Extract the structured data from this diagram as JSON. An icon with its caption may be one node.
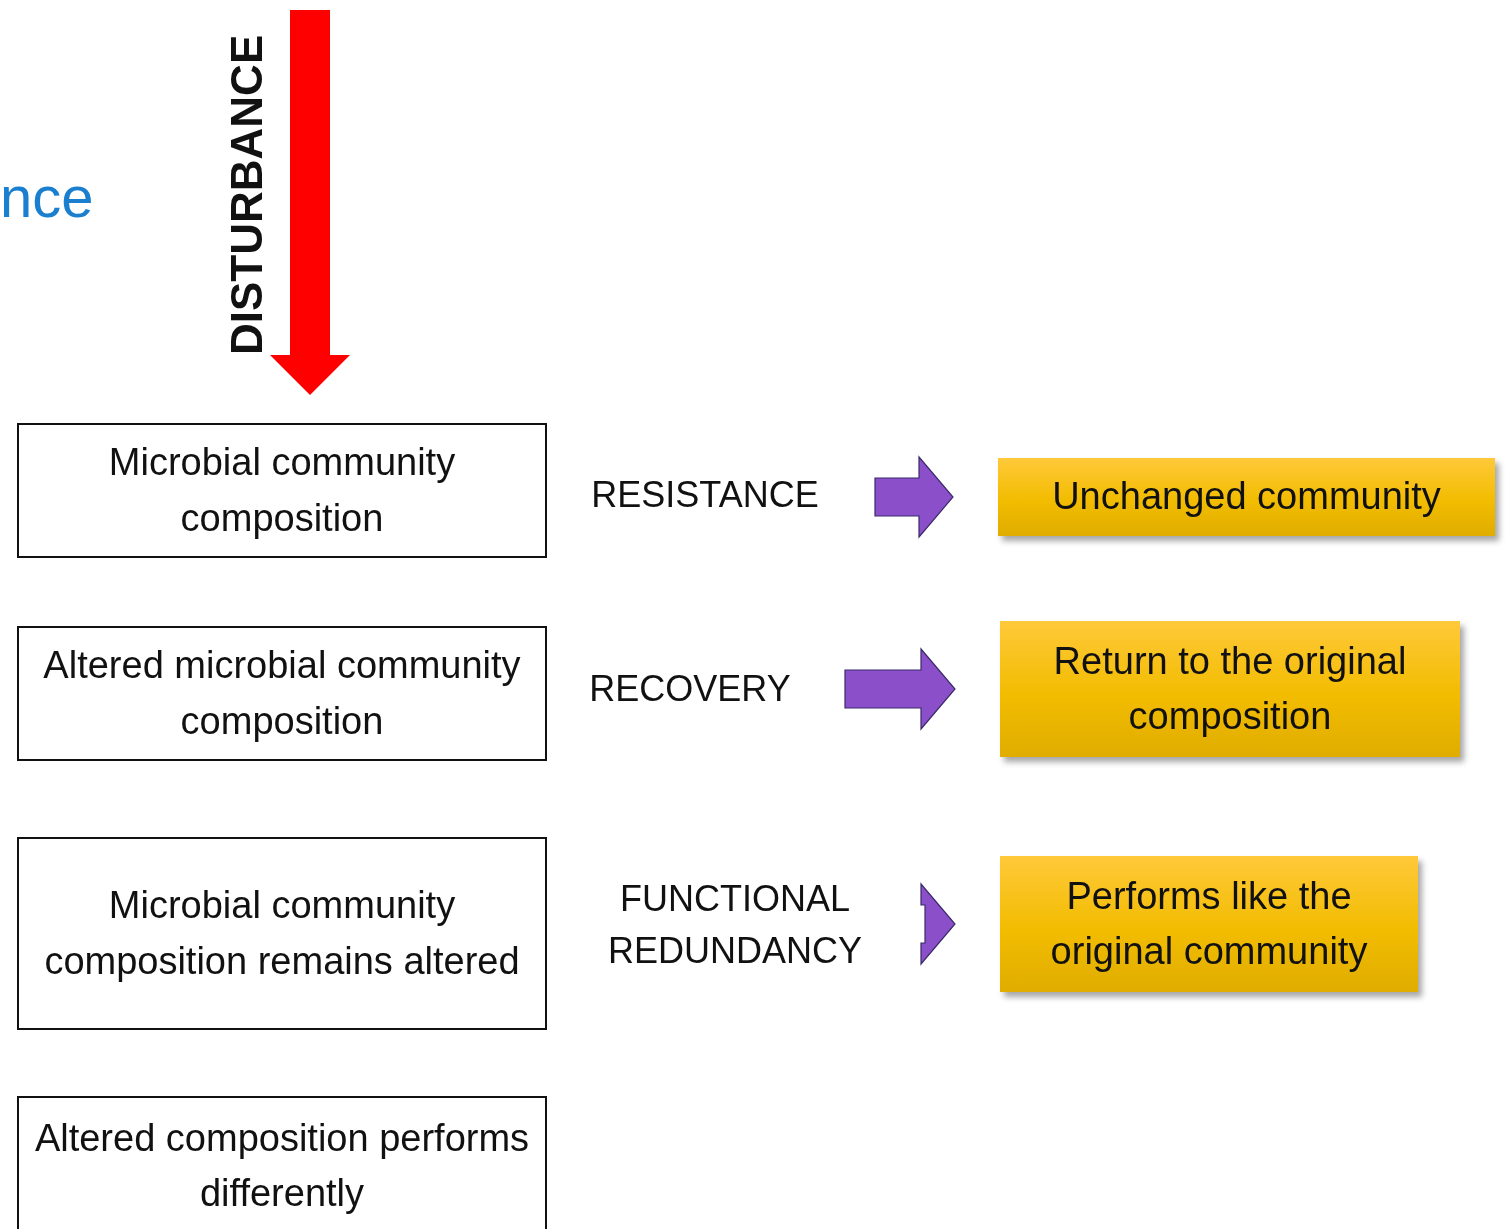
{
  "diagram": {
    "nodes": [
      {
        "text": [
          "Microbial community composition"
        ]
      },
      {
        "text": [
          "RESISTANCE"
        ]
      },
      {
        "text": [
          "Unchanged community"
        ]
      },
      {
        "text": [
          "Altered microbial community composition"
        ]
      },
      {
        "text": [
          "RECOVERY"
        ]
      },
      {
        "text": [
          "Return to the original composition"
        ]
      },
      {
        "text": [
          "Microbial community composition remains altered"
        ]
      },
      {
        "text": [
          "FUNCTIONAL REDUNDANCY"
        ]
      },
      {
        "text": [
          "Performs like the original community"
        ]
      },
      {
        "text": [
          "Altered composition performs differently"
        ]
      }
    ],
    "edges": [
      {
        "from": null,
        "to": 0,
        "arrow": "to",
        "label": "DISTURBANCE",
        "color": "#ff0000"
      },
      {
        "from": 1,
        "to": 2,
        "arrow": "to"
      },
      {
        "from": 4,
        "to": 5,
        "arrow": "to"
      },
      {
        "from": 7,
        "to": 8,
        "arrow": "to"
      }
    ],
    "labels": [
      "nce"
    ]
  }
}
